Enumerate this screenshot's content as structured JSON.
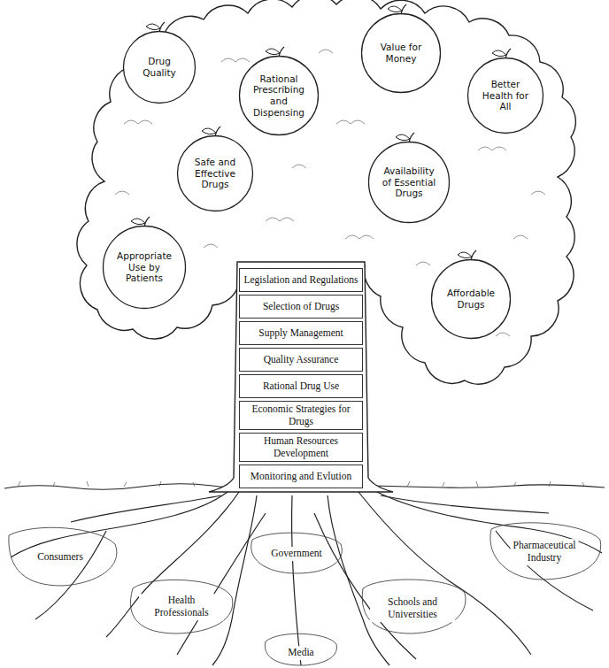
{
  "diagram": {
    "nodes": [
      {
        "text": [
          "Drug Quality"
        ]
      },
      {
        "text": [
          "Value for Money"
        ]
      },
      {
        "text": [
          "Rational Prescribing and Dispensing"
        ]
      },
      {
        "text": [
          "Better Health for All"
        ]
      },
      {
        "text": [
          "Safe and Effective Drugs"
        ]
      },
      {
        "text": [
          "Availability of Essential Drugs"
        ]
      },
      {
        "text": [
          "Appropriate Use by Patients"
        ]
      },
      {
        "text": [
          "Affordable Drugs"
        ]
      },
      {
        "text": [
          "Legislation and Regulations"
        ]
      },
      {
        "text": [
          "Selection of Drugs"
        ]
      },
      {
        "text": [
          "Supply Management"
        ]
      },
      {
        "text": [
          "Quality Assurance"
        ]
      },
      {
        "text": [
          "Rational Drug Use"
        ]
      },
      {
        "text": [
          "Economic Strategies for Drugs"
        ]
      },
      {
        "text": [
          "Human Resources Development"
        ]
      },
      {
        "text": [
          "Monitoring and Evlution"
        ]
      }
    ],
    "labels": [
      "Consumers",
      "Health Professionals",
      "Government",
      "Media",
      "Schools and Universities",
      "Pharmaceutical Industry"
    ]
  }
}
